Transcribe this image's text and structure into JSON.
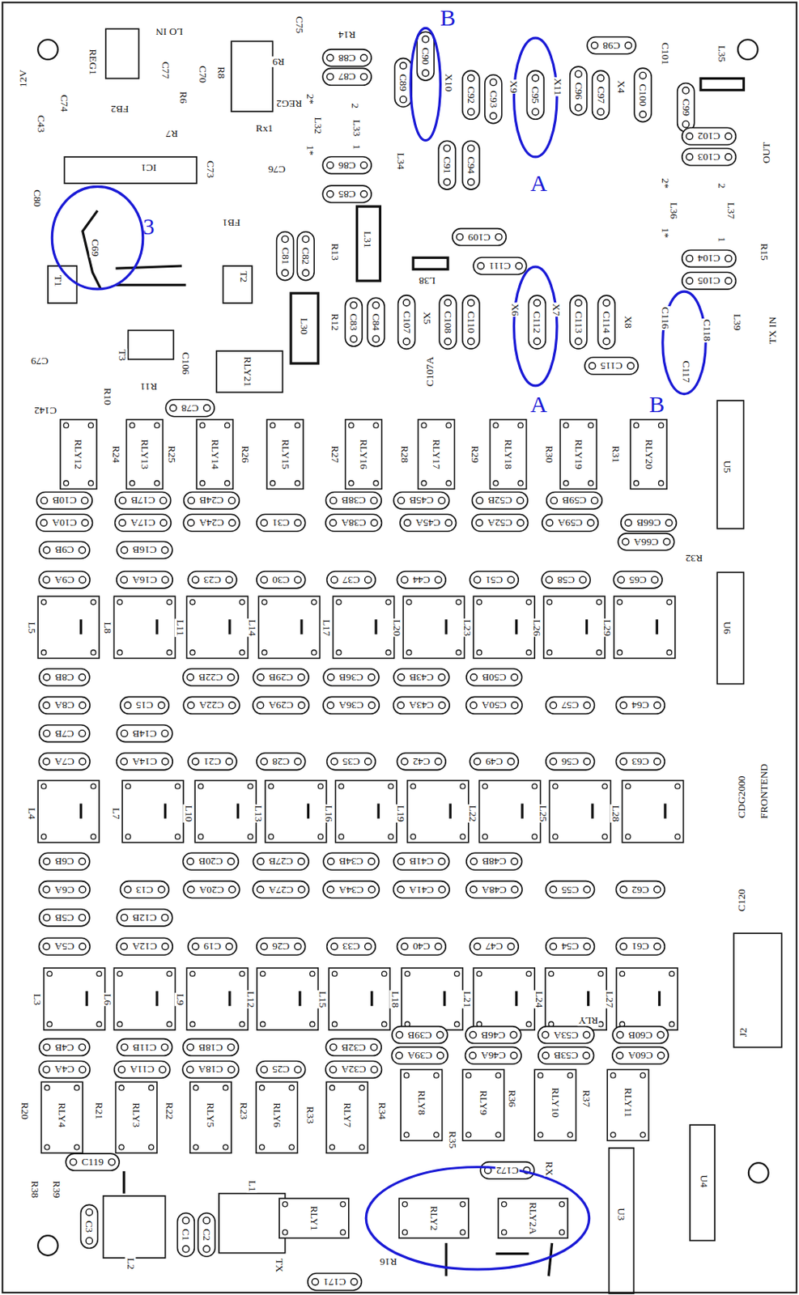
{
  "diagram": {
    "labels": [
      "12V",
      "REG1",
      "LO IN",
      "C75",
      "R14",
      "C88",
      "C87",
      "B",
      "C90",
      "C89",
      "X10",
      "C92",
      "C93",
      "X9",
      "C95",
      "X11",
      "C96",
      "C97",
      "X4",
      "C100",
      "C98",
      "C101",
      "L35",
      "OUT",
      "C74",
      "C43",
      "FB2",
      "C77",
      "C70",
      "R8",
      "R6",
      "R9",
      "REG2",
      "R7",
      "Rx1",
      "C73",
      "C76",
      "IC1",
      "C80",
      "C86",
      "C85",
      "2*",
      "L32",
      "2",
      "L33",
      "1",
      "1*",
      "L34",
      "C91",
      "C94",
      "A",
      "C99",
      "C102",
      "C103",
      "2*",
      "L36",
      "2",
      "L37",
      "1",
      "1*",
      "3",
      "C69",
      "T1",
      "FB1",
      "T2",
      "C81",
      "C82",
      "R13",
      "L31",
      "C109",
      "C111",
      "L38",
      "R15",
      "C104",
      "C105",
      "L30",
      "R12",
      "C83",
      "C84",
      "C107",
      "X5",
      "C108",
      "C110",
      "X6",
      "C112",
      "X7",
      "C113",
      "C114",
      "X8",
      "C115",
      "C116",
      "C117",
      "C118",
      "L39",
      "TX IN",
      "C107A",
      "A",
      "B",
      "T3",
      "C106",
      "R11",
      "R10",
      "RLY21",
      "C79",
      "C142",
      "C78",
      "RLY12",
      "R24",
      "RLY13",
      "R25",
      "RLY14",
      "R26",
      "RLY15",
      "R27",
      "RLY16",
      "R28",
      "RLY17",
      "R29",
      "RLY18",
      "R30",
      "RLY19",
      "R31",
      "RLY20",
      "U5",
      "C10B",
      "C17B",
      "C24B",
      "C38B",
      "C45B",
      "C52B",
      "C59B",
      "C10A",
      "C17A",
      "C24A",
      "C31",
      "C38A",
      "C45A",
      "C52A",
      "C59A",
      "C66B",
      "C66A",
      "R32",
      "C9B",
      "C16B",
      "C9A",
      "C16A",
      "C23",
      "C30",
      "C37",
      "C44",
      "C51",
      "C58",
      "C65",
      "L5",
      "L8",
      "L11",
      "L14",
      "L17",
      "L20",
      "L23",
      "L26",
      "L29",
      "U6",
      "C8B",
      "C22B",
      "C29B",
      "C36B",
      "C43B",
      "C50B",
      "C8A",
      "C15",
      "C22A",
      "C29A",
      "C36A",
      "C43A",
      "C50A",
      "C57",
      "C64",
      "C7B",
      "C14B",
      "C7A",
      "C14A",
      "C21",
      "C28",
      "C35",
      "C42",
      "C49",
      "C56",
      "C63",
      "L4",
      "L7",
      "L10",
      "L13",
      "L16",
      "L19",
      "L22",
      "L25",
      "L28",
      "CDG2000",
      "FRONTEND",
      "C6B",
      "C20B",
      "C27B",
      "C34B",
      "C41B",
      "C48B",
      "C6A",
      "C13",
      "C20A",
      "C27A",
      "C34A",
      "C41A",
      "C48A",
      "C55",
      "C62",
      "C5B",
      "C12B",
      "C120",
      "C5A",
      "C12A",
      "C19",
      "C26",
      "C33",
      "C40",
      "C47",
      "C54",
      "C61",
      "L3",
      "L6",
      "L9",
      "L12",
      "L15",
      "L18",
      "L21",
      "L24",
      "L27",
      "RLY",
      "J2",
      "C39B",
      "C46B",
      "C53A",
      "C60B",
      "C4B",
      "C11B",
      "C18B",
      "C32B",
      "C39A",
      "C46A",
      "C53B",
      "C60A",
      "C4A",
      "C11A",
      "C18A",
      "C25",
      "C32A",
      "R20",
      "RLY4",
      "R21",
      "RLY3",
      "R22",
      "RLY5",
      "R23",
      "RLY6",
      "R33",
      "RLY7",
      "R34",
      "RLY8",
      "R35",
      "RLY9",
      "R36",
      "RLY10",
      "R37",
      "RLY11",
      "U4",
      "U3",
      "R38",
      "R39",
      "C119",
      "C3",
      "L2",
      "C1",
      "C2",
      "L1",
      "RLY1",
      "TX",
      "C171",
      "R16",
      "RLY2",
      "C172",
      "RX",
      "RLY2A"
    ]
  }
}
